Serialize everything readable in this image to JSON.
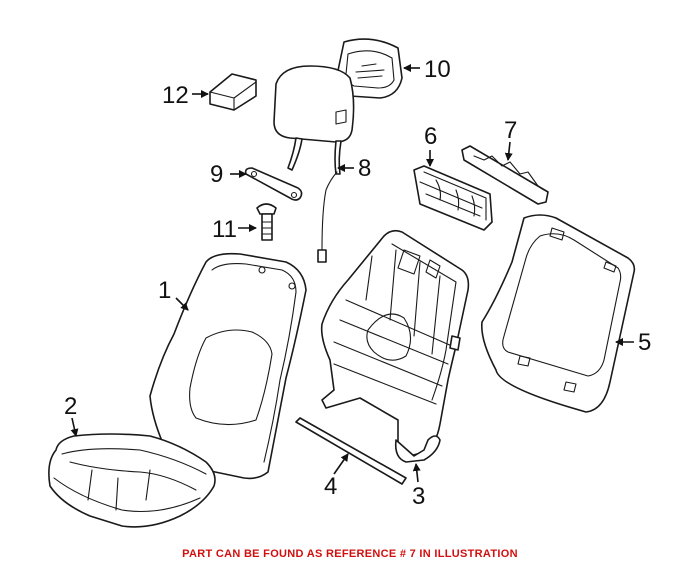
{
  "callouts": {
    "n1": "1",
    "n2": "2",
    "n3": "3",
    "n4": "4",
    "n5": "5",
    "n6": "6",
    "n7": "7",
    "n8": "8",
    "n9": "9",
    "n10": "10",
    "n11": "11",
    "n12": "12"
  },
  "caption": "PART CAN BE FOUND AS REFERENCE # 7 IN ILLUSTRATION",
  "colors": {
    "caption": "#d20f0f",
    "line": "#1a1a1a"
  }
}
